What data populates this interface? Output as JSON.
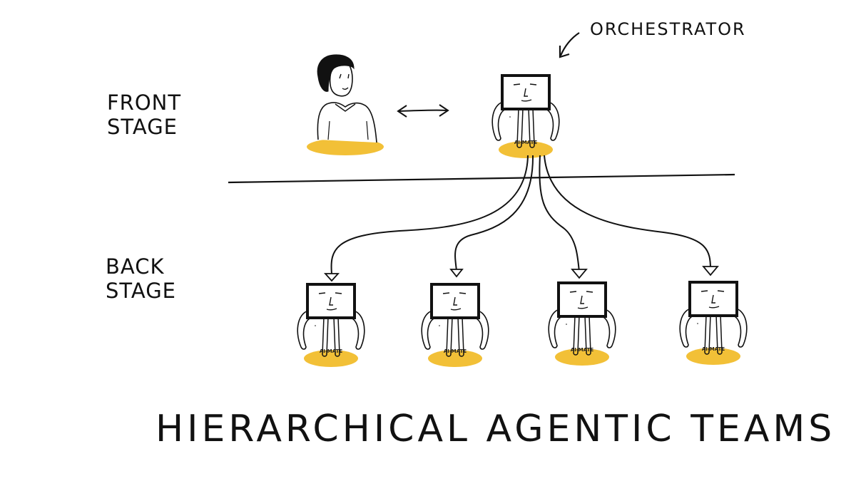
{
  "labels": {
    "front_stage": [
      "FRONT",
      "STAGE"
    ],
    "back_stage": [
      "BACK",
      "STAGE"
    ],
    "orchestrator": "ORCHESTRATOR",
    "title": "HIERARCHICAL AGENTIC TEAMS"
  },
  "agent_badge": "AI-MATE",
  "nodes": {
    "human": {
      "role": "user"
    },
    "orchestrator": {
      "badge": "AI-MATE"
    },
    "sub_agents": [
      {
        "badge": "AI-MATE"
      },
      {
        "badge": "AI-MATE"
      },
      {
        "badge": "AI-MATE"
      },
      {
        "badge": "AI-MATE"
      }
    ]
  },
  "colors": {
    "ink": "#111111",
    "accent": "#f2c037",
    "background": "#ffffff"
  }
}
